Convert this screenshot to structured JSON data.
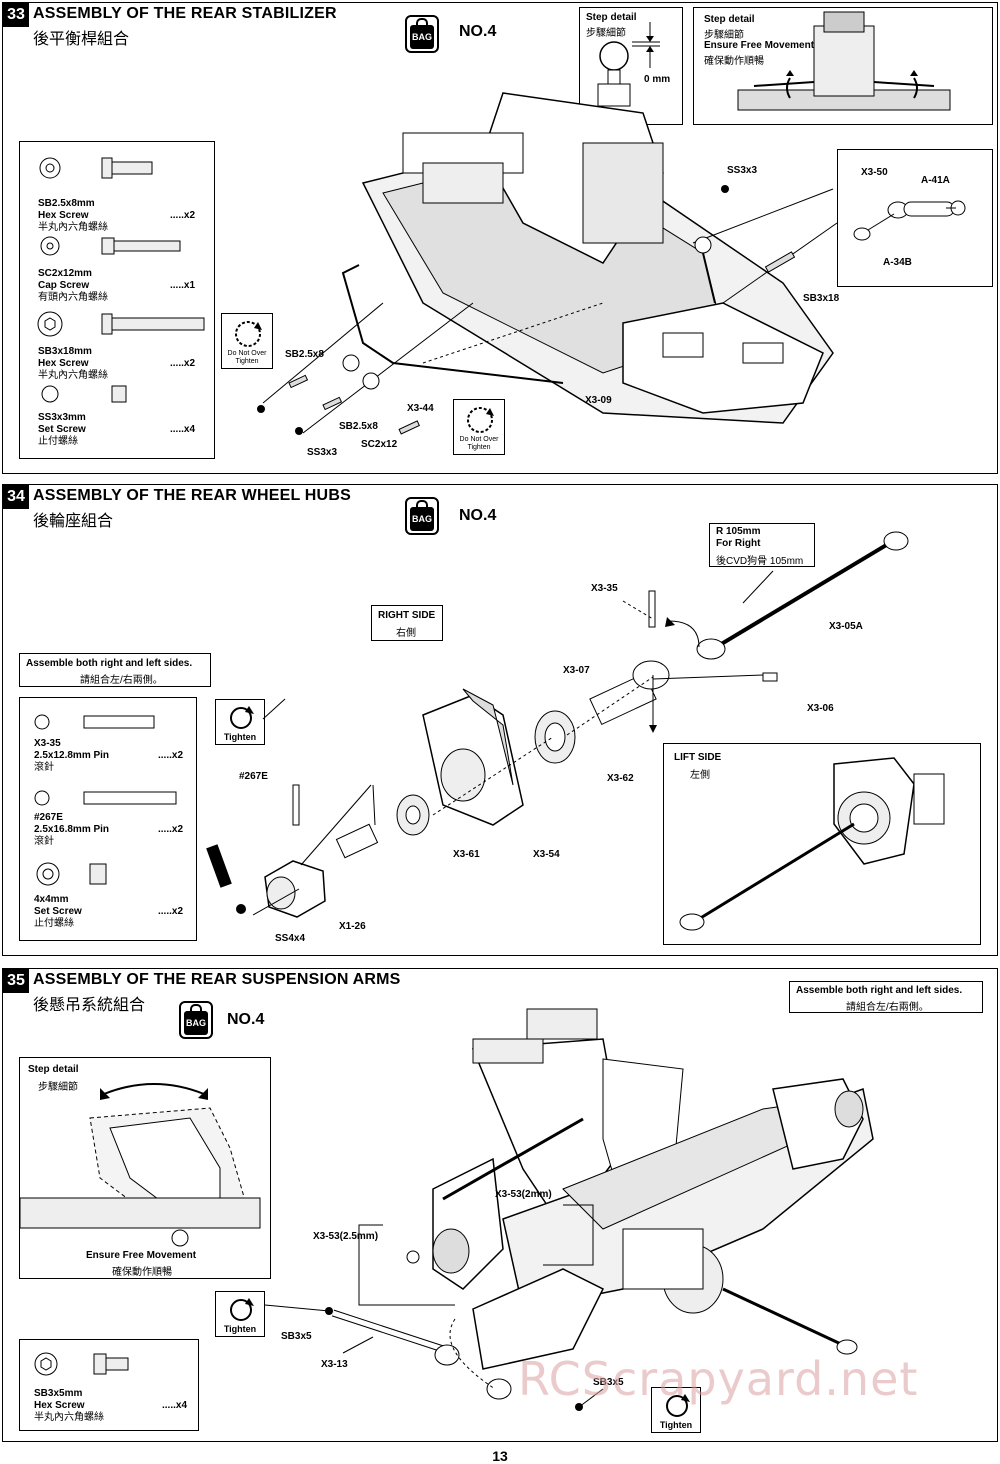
{
  "page_number": "13",
  "watermark": "RCScrapyard.net",
  "step33": {
    "number": "33",
    "title": "ASSEMBLY OF THE REAR STABILIZER",
    "subtitle": "後平衡桿組合",
    "bag_icon": "BAG",
    "bag_no": "NO.4",
    "step_detail_1": {
      "title": "Step detail",
      "title_cn": "步驟細節",
      "gap": "0 mm"
    },
    "step_detail_2": {
      "title": "Step detail",
      "title_cn": "步驟細節",
      "note": "Ensure Free Movement",
      "note_cn": "確保動作順暢"
    },
    "parts": [
      {
        "name": "SB2.5x8mm",
        "type": "Hex Screw",
        "cn": "半丸內六角螺絲",
        "qty": ".....x2"
      },
      {
        "name": "SC2x12mm",
        "type": "Cap Screw",
        "cn": "有頭內六角螺絲",
        "qty": ".....x1"
      },
      {
        "name": "SB3x18mm",
        "type": "Hex Screw",
        "cn": "半丸內六角螺絲",
        "qty": ".....x2"
      },
      {
        "name": "SS3x3mm",
        "type": "Set Screw",
        "cn": "止付螺絲",
        "qty": ".....x4"
      }
    ],
    "do_not_over_tighten": "Do Not Over Tighten",
    "callouts": [
      "SS3x3",
      "X3-50",
      "A-41A",
      "A-34B",
      "SB3x18",
      "SB2.5x8",
      "X3-44",
      "SB2.5x8",
      "SC2x12",
      "SS3x3",
      "X3-09"
    ]
  },
  "step34": {
    "number": "34",
    "title": "ASSEMBLY OF THE REAR WHEEL HUBS",
    "subtitle": "後輪座組合",
    "bag_icon": "BAG",
    "bag_no": "NO.4",
    "note": "Assemble both right and left sides.",
    "note_cn": "請組合左/右兩側。",
    "right_side": "RIGHT SIDE",
    "right_side_cn": "右側",
    "left_side": "LIFT SIDE",
    "left_side_cn": "左側",
    "tighten": "Tighten",
    "cvd_note": {
      "line1": "R 105mm",
      "line2": "For Right",
      "line3": "後CVD狗骨 105mm"
    },
    "parts": [
      {
        "name": "X3-35",
        "type": "2.5x12.8mm Pin",
        "cn": "滾針",
        "qty": ".....x2"
      },
      {
        "name": "#267E",
        "type": "2.5x16.8mm Pin",
        "cn": "滾針",
        "qty": ".....x2"
      },
      {
        "name": "4x4mm",
        "type": "Set Screw",
        "cn": "止付螺絲",
        "qty": ".....x2"
      }
    ],
    "callouts": [
      "X3-35",
      "X3-05A",
      "X3-07",
      "X3-06",
      "X3-62",
      "#267E",
      "X3-61",
      "X3-54",
      "X1-26",
      "SS4x4"
    ]
  },
  "step35": {
    "number": "35",
    "title": "ASSEMBLY OF THE REAR SUSPENSION ARMS",
    "subtitle": "後懸吊系統組合",
    "bag_icon": "BAG",
    "bag_no": "NO.4",
    "note": "Assemble both right and left sides.",
    "note_cn": "請組合左/右兩側。",
    "step_detail": {
      "title": "Step detail",
      "title_cn": "步驟細節",
      "note": "Ensure Free Movement",
      "note_cn": "確保動作順暢"
    },
    "tighten": "Tighten",
    "parts": [
      {
        "name": "SB3x5mm",
        "type": "Hex Screw",
        "cn": "半丸內六角螺絲",
        "qty": ".....x4"
      }
    ],
    "callouts": [
      "X3-53(2mm)",
      "X3-53(2.5mm)",
      "SB3x5",
      "X3-13",
      "SB3x5"
    ]
  }
}
